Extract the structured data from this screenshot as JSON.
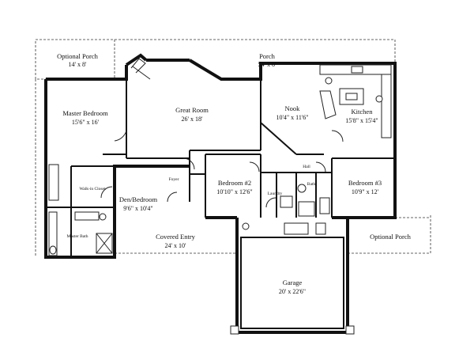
{
  "rooms": {
    "optional_porch_left": {
      "name": "Optional Porch",
      "dims": "14' x 8'"
    },
    "porch": {
      "name": "Porch",
      "dims": "54' x 8'"
    },
    "master_bedroom": {
      "name": "Master Bedroom",
      "dims": "15'6\" x 16'"
    },
    "great_room": {
      "name": "Great Room",
      "dims": "26' x 18'"
    },
    "nook": {
      "name": "Nook",
      "dims": "10'4\" x 11'6\""
    },
    "kitchen": {
      "name": "Kitchen",
      "dims": "15'8\" x 15'4\""
    },
    "walk_in_closet": {
      "name": "Walk-in Closet"
    },
    "den_bedroom": {
      "name": "Den/Bedroom",
      "dims": "9'6\" x 10'4\""
    },
    "foyer": {
      "name": "Foyer"
    },
    "bedroom2": {
      "name": "Bedroom #2",
      "dims": "10'10\" x 12'6\""
    },
    "hall": {
      "name": "Hall"
    },
    "laundry": {
      "name": "Laundry"
    },
    "bath": {
      "name": "Bath"
    },
    "bedroom3": {
      "name": "Bedroom #3",
      "dims": "10'9\" x 12'"
    },
    "master_bath": {
      "name": "Master Bath"
    },
    "covered_entry": {
      "name": "Covered Entry",
      "dims": "24' x 10'"
    },
    "optional_porch_right": {
      "name": "Optional Porch"
    },
    "garage": {
      "name": "Garage",
      "dims": "20' x 22'6\""
    }
  }
}
